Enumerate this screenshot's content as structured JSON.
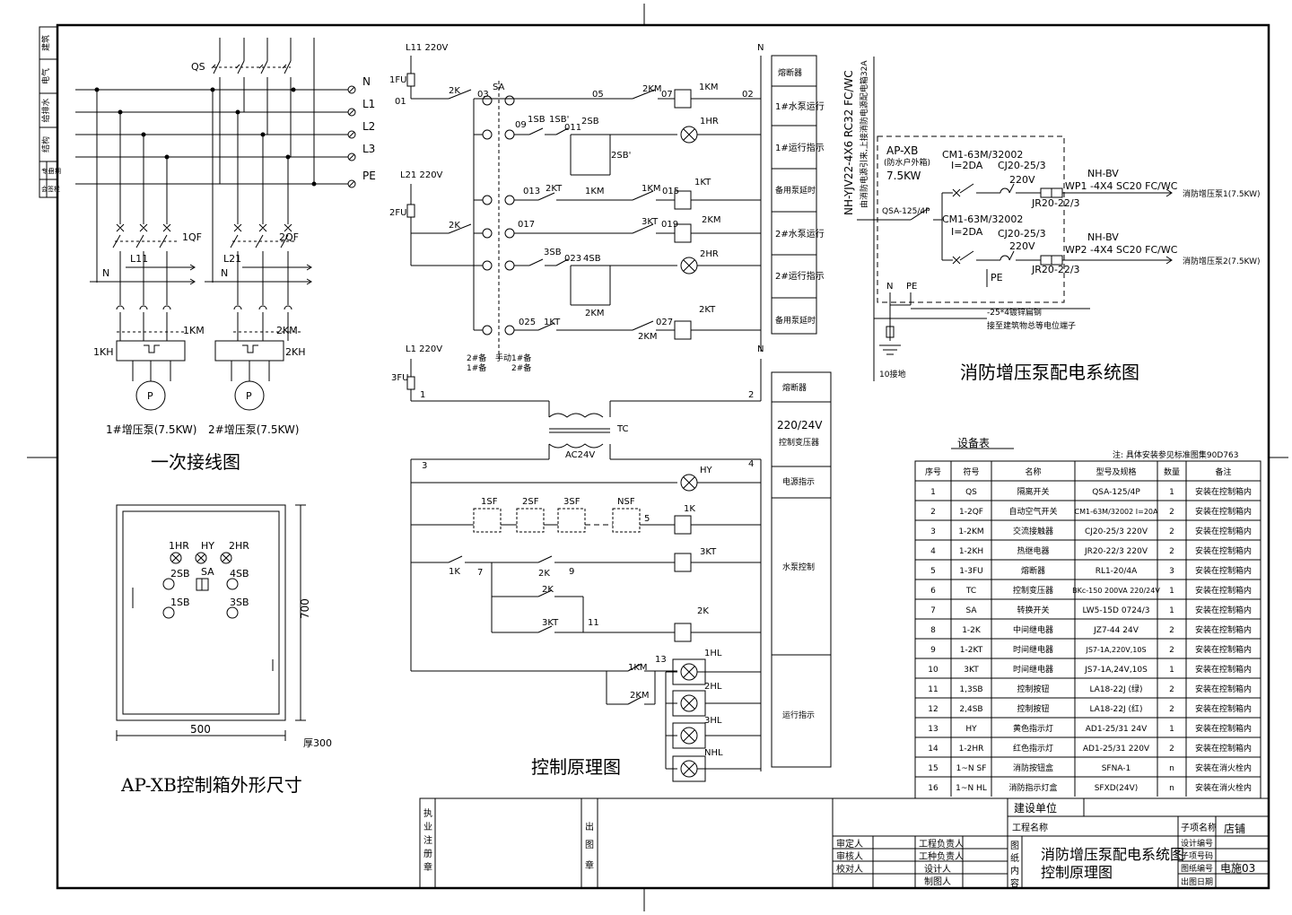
{
  "titles": {
    "primary": "一次接线图",
    "control": "控制原理图",
    "system": "消防增压泵配电系统图",
    "box_size": "AP-XB控制箱外形尺寸",
    "equip_table": "设备表"
  },
  "side_labels": [
    "建筑",
    "电气",
    "给排水",
    "结构",
    "专业",
    "会签栏",
    "日期"
  ],
  "primary": {
    "qs": "QS",
    "buses": [
      "N",
      "L1",
      "L2",
      "L3",
      "PE"
    ],
    "qf1": "1QF",
    "qf2": "2QF",
    "l11": "L11",
    "l21": "L21",
    "n1": "N",
    "n2": "N",
    "km1": "1KM",
    "km2": "2KM",
    "kh1": "1KH",
    "kh2": "2KH",
    "pump": "P",
    "pump1_label": "1#增压泵(7.5KW)",
    "pump2_label": "2#增压泵(7.5KW)"
  },
  "box": {
    "lamps": [
      "1HR",
      "HY",
      "2HR"
    ],
    "btns": [
      "2SB",
      "SA",
      "4SB",
      "1SB",
      "3SB"
    ],
    "width": "500",
    "height": "700",
    "depth": "厚300"
  },
  "control": {
    "l11": "L11 220V",
    "l21": "L21 220V",
    "l1": "L1 220V",
    "n": "N",
    "fu1": "1FU",
    "fu2": "2FU",
    "fu3": "3FU",
    "sa": "SA",
    "nodes": [
      "01",
      "03",
      "05",
      "07",
      "02",
      "09",
      "011",
      "013",
      "015",
      "017",
      "019",
      "023",
      "025",
      "027",
      "1",
      "2",
      "3",
      "4",
      "5",
      "7",
      "9",
      "11",
      "13"
    ],
    "contacts": [
      "2K",
      "2K",
      "1SB",
      "1SB'",
      "2SB",
      "2SB'",
      "2KT",
      "1KM",
      "1KM",
      "3SB",
      "4SB",
      "2KM",
      "1KT",
      "2KM",
      "2KM",
      "1KM",
      "1K",
      "2K",
      "2K",
      "3KT",
      "1KM",
      "2KM"
    ],
    "coils": [
      "1KM",
      "1KT",
      "2KM",
      "2KT",
      "1K",
      "3KT",
      "2K"
    ],
    "lamps": [
      "1HR",
      "2HR",
      "HY",
      "1HL",
      "2HL",
      "3HL",
      "NHL"
    ],
    "sa_labels": [
      "2#备",
      "手动",
      "1#备",
      "2#备",
      "1#备"
    ],
    "tc": "TC",
    "ac": "AC24V",
    "sf": [
      "1SF",
      "2SF",
      "3SF",
      "NSF"
    ]
  },
  "func_col1": [
    "熔断器",
    "1#水泵运行",
    "1#运行指示",
    "备用泵延时",
    "2#水泵运行",
    "2#运行指示",
    "备用泵延时"
  ],
  "func_col2": [
    "熔断器",
    "220/24V",
    "控制变压器",
    "电源指示",
    "水泵控制",
    "运行指示"
  ],
  "system": {
    "incoming": "NH-YJV22-4X6 RC32 FC/WC",
    "incoming_note": "由消防电源引来,上接消防电源配电箱32A",
    "box": "AP-XB",
    "box_note": "(防水户外箱)",
    "power": "7.5KW",
    "qsa": "QSA-125/4P",
    "cm1": "CM1-63M/32002",
    "i1": "I=2DA",
    "cj1": "CJ20-25/3",
    "v1": "220V",
    "jr1": "JR20-22/3",
    "nh1": "NH-BV",
    "wp1": "WP1 -4X4 SC20 FC/WC",
    "load1": "消防增压泵1(7.5KW)",
    "cm2": "CM1-63M/32002",
    "i2": "I=2DA",
    "cj2": "CJ20-25/3",
    "v2": "220V",
    "jr2": "JR20-22/3",
    "nh2": "NH-BV",
    "wp2": "WP2 -4X4 SC20 FC/WC",
    "load2": "消防增压泵2(7.5KW)",
    "n": "N",
    "pe": "PE",
    "pe2": "PE",
    "ground_note": "-25*4镀锌扁钢",
    "ground_note2": "接至建筑物总等电位端子",
    "ground": "10接地"
  },
  "table": {
    "note": "注: 具体安装参见标准图集90D763",
    "headers": [
      "序号",
      "符号",
      "名称",
      "型号及规格",
      "数量",
      "备注"
    ],
    "rows": [
      [
        "1",
        "QS",
        "隔离开关",
        "QSA-125/4P",
        "1",
        "安装在控制箱内"
      ],
      [
        "2",
        "1-2QF",
        "自动空气开关",
        "CM1-63M/32002 I=20A",
        "2",
        "安装在控制箱内"
      ],
      [
        "3",
        "1-2KM",
        "交流接触器",
        "CJ20-25/3 220V",
        "2",
        "安装在控制箱内"
      ],
      [
        "4",
        "1-2KH",
        "热继电器",
        "JR20-22/3 220V",
        "2",
        "安装在控制箱内"
      ],
      [
        "5",
        "1-3FU",
        "熔断器",
        "RL1-20/4A",
        "3",
        "安装在控制箱内"
      ],
      [
        "6",
        "TC",
        "控制变压器",
        "BKc-150 200VA 220/24V",
        "1",
        "安装在控制箱内"
      ],
      [
        "7",
        "SA",
        "转换开关",
        "LW5-15D 0724/3",
        "1",
        "安装在控制箱内"
      ],
      [
        "8",
        "1-2K",
        "中间继电器",
        "JZ7-44 24V",
        "2",
        "安装在控制箱内"
      ],
      [
        "9",
        "1-2KT",
        "时间继电器",
        "JS7-1A,220V,10S",
        "2",
        "安装在控制箱内"
      ],
      [
        "10",
        "3KT",
        "时间继电器",
        "JS7-1A,24V,10S",
        "1",
        "安装在控制箱内"
      ],
      [
        "11",
        "1,3SB",
        "控制按钮",
        "LA18-22J (绿)",
        "2",
        "安装在控制箱内"
      ],
      [
        "12",
        "2,4SB",
        "控制按钮",
        "LA18-22J (红)",
        "2",
        "安装在控制箱内"
      ],
      [
        "13",
        "HY",
        "黄色指示灯",
        "AD1-25/31 24V",
        "1",
        "安装在控制箱内"
      ],
      [
        "14",
        "1-2HR",
        "红色指示灯",
        "AD1-25/31 220V",
        "2",
        "安装在控制箱内"
      ],
      [
        "15",
        "1~N SF",
        "消防按钮盒",
        "SFNA-1",
        "n",
        "安装在消火栓内"
      ],
      [
        "16",
        "1~N HL",
        "消防指示灯盒",
        "SFXD(24V)",
        "n",
        "安装在消火栓内"
      ]
    ]
  },
  "titleblock": {
    "exec": "执业注册章",
    "stamp": "出图章",
    "build_unit": "建设单位",
    "project": "工程名称",
    "sub_project": "子项名称",
    "shop": "店铺",
    "roles_left": [
      "审定人",
      "审核人",
      "校对人"
    ],
    "roles_right": [
      "工程负责人",
      "工种负责人",
      "设计人",
      "制图人"
    ],
    "content_label": "图纸内容",
    "drawing_title1": "消防增压泵配电系统图",
    "drawing_title2": "控制原理图",
    "fields": [
      "设计编号",
      "子项号码",
      "图纸编号",
      "出图日期"
    ],
    "drawing_no": "电施03"
  }
}
